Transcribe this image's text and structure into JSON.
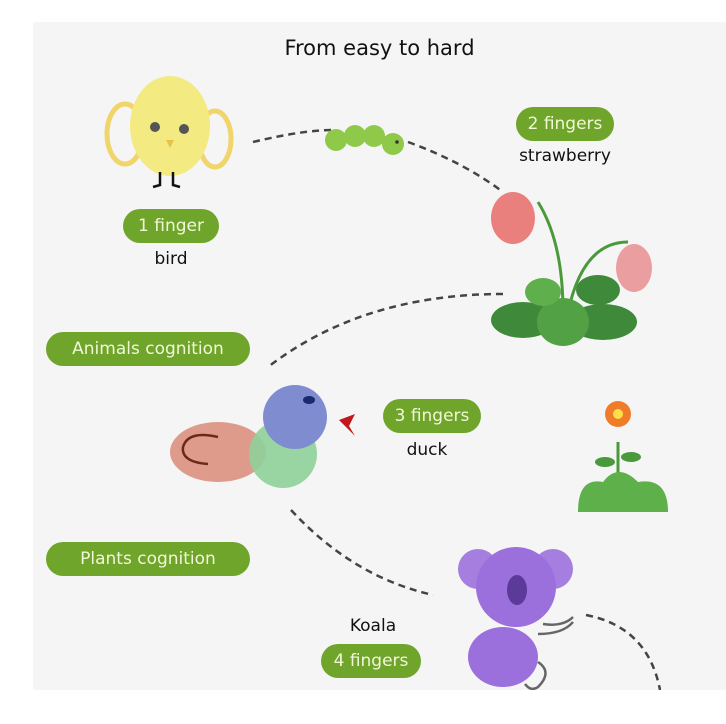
{
  "title": "From easy to hard",
  "categories": {
    "animals": "Animals cognition",
    "plants": "Plants cognition"
  },
  "steps": [
    {
      "fingers": "1 finger",
      "name": "bird"
    },
    {
      "fingers": "2 fingers",
      "name": "strawberry"
    },
    {
      "fingers": "3 fingers",
      "name": "duck"
    },
    {
      "fingers": "4 fingers",
      "name": "Koala"
    }
  ],
  "colors": {
    "pill": "#6fa52b",
    "pill_text": "#f2f7d8",
    "background": "#f5f5f5"
  }
}
